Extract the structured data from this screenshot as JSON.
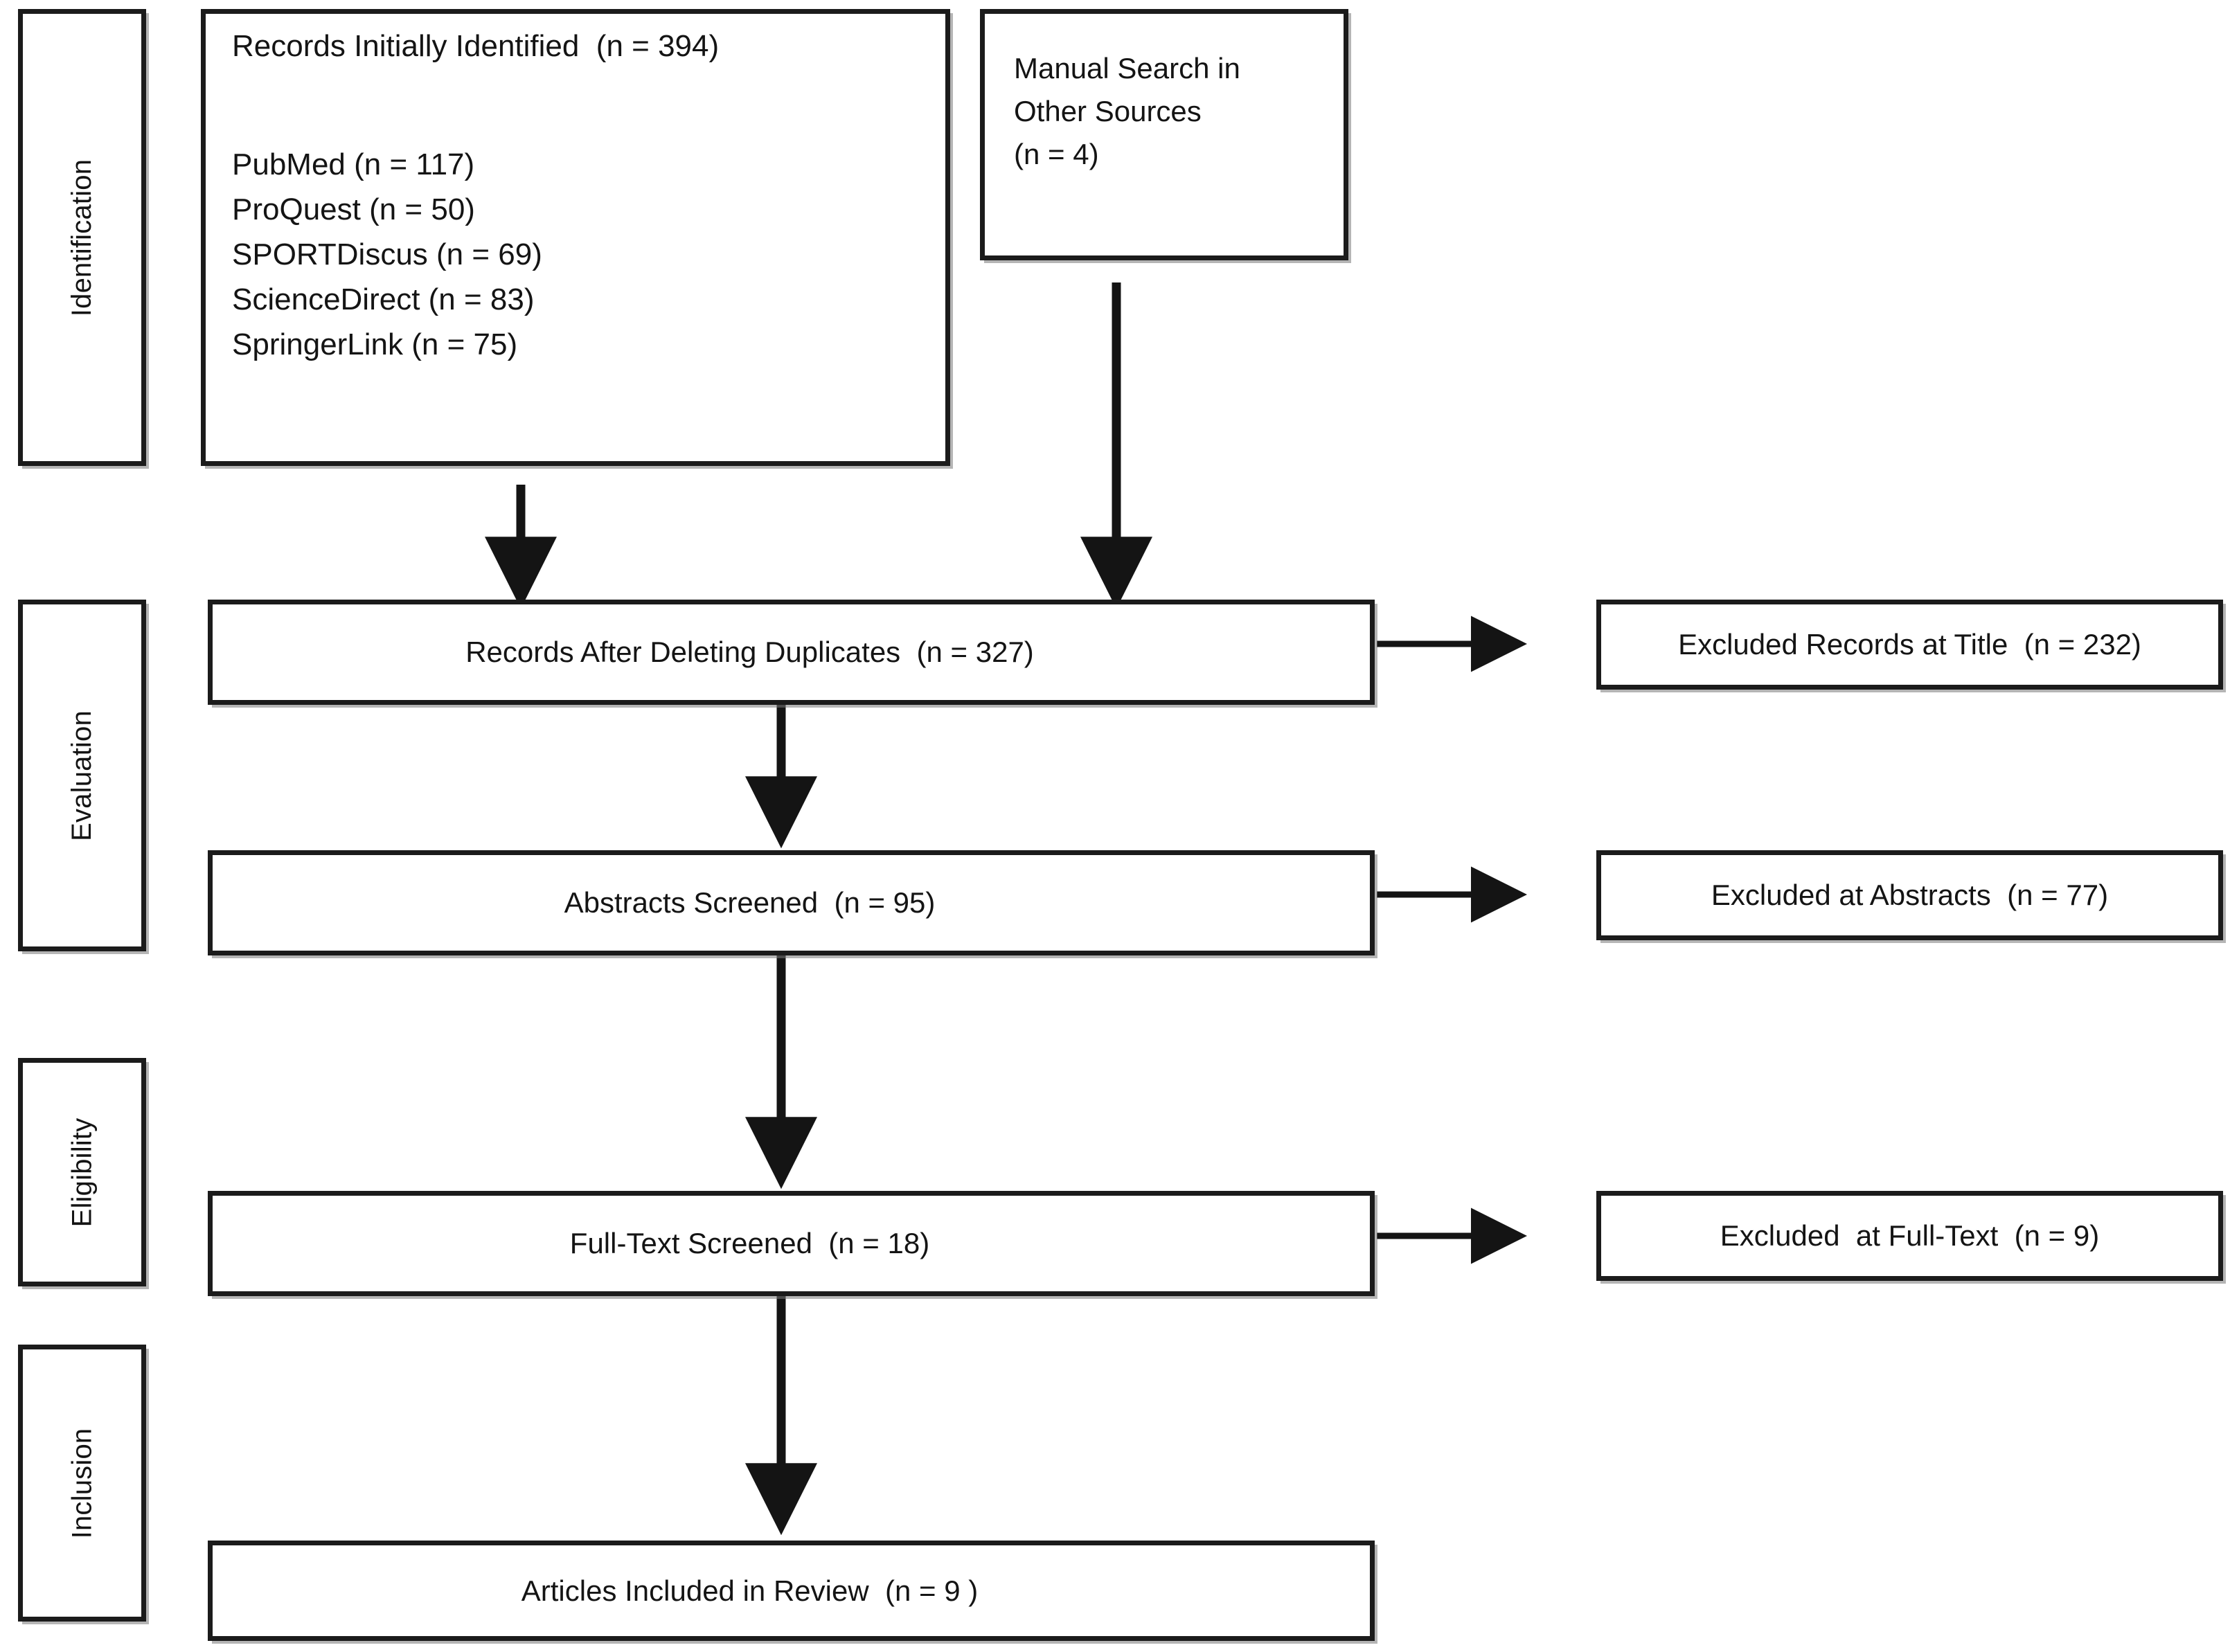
{
  "diagram": {
    "type": "prisma-flow-diagram",
    "stages": [
      {
        "name": "identification",
        "label": "Identification"
      },
      {
        "name": "evaluation",
        "label": "Evaluation"
      },
      {
        "name": "eligibility",
        "label": "Eligibility"
      },
      {
        "name": "inclusion",
        "label": "Inclusion"
      }
    ],
    "identification": {
      "records_identified": {
        "title": "Records Initially Identified  (n = 394)",
        "sources": [
          "PubMed (n = 117)",
          "ProQuest (n = 50)",
          "SPORTDiscus (n = 69)",
          "ScienceDirect (n = 83)",
          "SpringerLink (n = 75)"
        ]
      },
      "manual_search": {
        "lines": [
          "Manual Search in",
          "Other Sources",
          "(n = 4)"
        ]
      }
    },
    "flow": [
      {
        "name": "records-after-duplicates",
        "label": "Records After Deleting Duplicates  (n = 327)",
        "excluded": "Excluded Records at Title  (n = 232)"
      },
      {
        "name": "abstracts-screened",
        "label": "Abstracts Screened  (n = 95)",
        "excluded": "Excluded at Abstracts  (n = 77)"
      },
      {
        "name": "full-text-screened",
        "label": "Full-Text Screened  (n = 18)",
        "excluded": "Excluded  at Full-Text  (n = 9)"
      },
      {
        "name": "articles-included",
        "label": "Articles Included in Review  (n = 9 )",
        "excluded": null
      }
    ],
    "colors": {
      "border": "#1b1b1b",
      "text": "#141414",
      "background": "#ffffff",
      "arrow": "#141414"
    }
  }
}
